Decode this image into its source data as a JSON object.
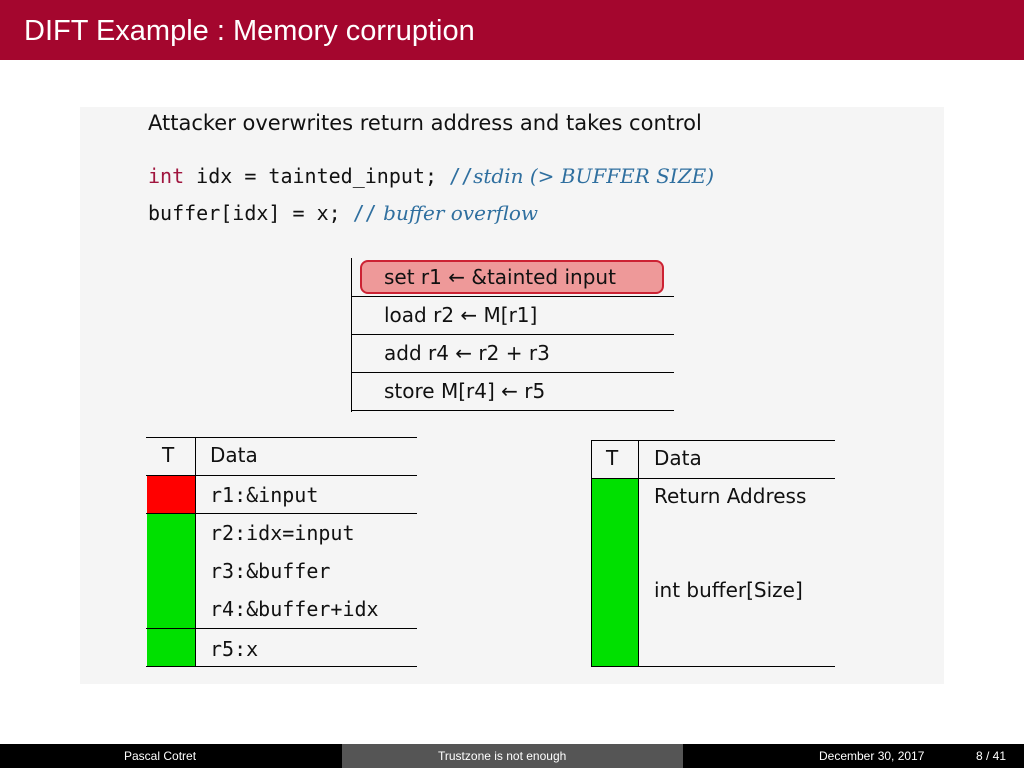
{
  "slide": {
    "title": "DIFT Example : Memory corruption",
    "caption": "Attacker overwrites return address and takes control",
    "code": {
      "line1_keyword": "int",
      "line1_code": " idx = tainted_input; ",
      "line1_comment_slashes": "//",
      "line1_comment": "stdin (> BUFFER SIZE)",
      "line2_code": "buffer[idx] = x; ",
      "line2_comment_slashes": "//",
      "line2_comment": " buffer overflow"
    },
    "instructions": [
      {
        "text": "set r1 ← &tainted input",
        "highlighted": true
      },
      {
        "text": "load r2 ← M[r1]",
        "highlighted": false
      },
      {
        "text": "add r4 ← r2 + r3",
        "highlighted": false
      },
      {
        "text": "store M[r4] ← r5",
        "highlighted": false
      }
    ],
    "register_table": {
      "header_tag": "T",
      "header_data": "Data",
      "rows": [
        "r1:&input",
        "r2:idx=input",
        "r3:&buffer",
        "r4:&buffer+idx",
        "r5:x"
      ],
      "tag_colors": {
        "tainted": "#ff0000",
        "clean": "#00e000"
      }
    },
    "memory_table": {
      "header_tag": "T",
      "header_data": "Data",
      "rows": [
        "Return Address",
        "int buffer[Size]"
      ],
      "tag_color": "#00e000"
    }
  },
  "footer": {
    "author": "Pascal Cotret",
    "talk": "Trustzone is not enough",
    "date": "December 30, 2017",
    "page": "8 / 41"
  },
  "colors": {
    "title_bar": "#a4062e",
    "keyword": "#a0153e",
    "comment": "#2f6f9f",
    "highlight_fill": "#ee9999",
    "highlight_border": "#cc2233"
  }
}
